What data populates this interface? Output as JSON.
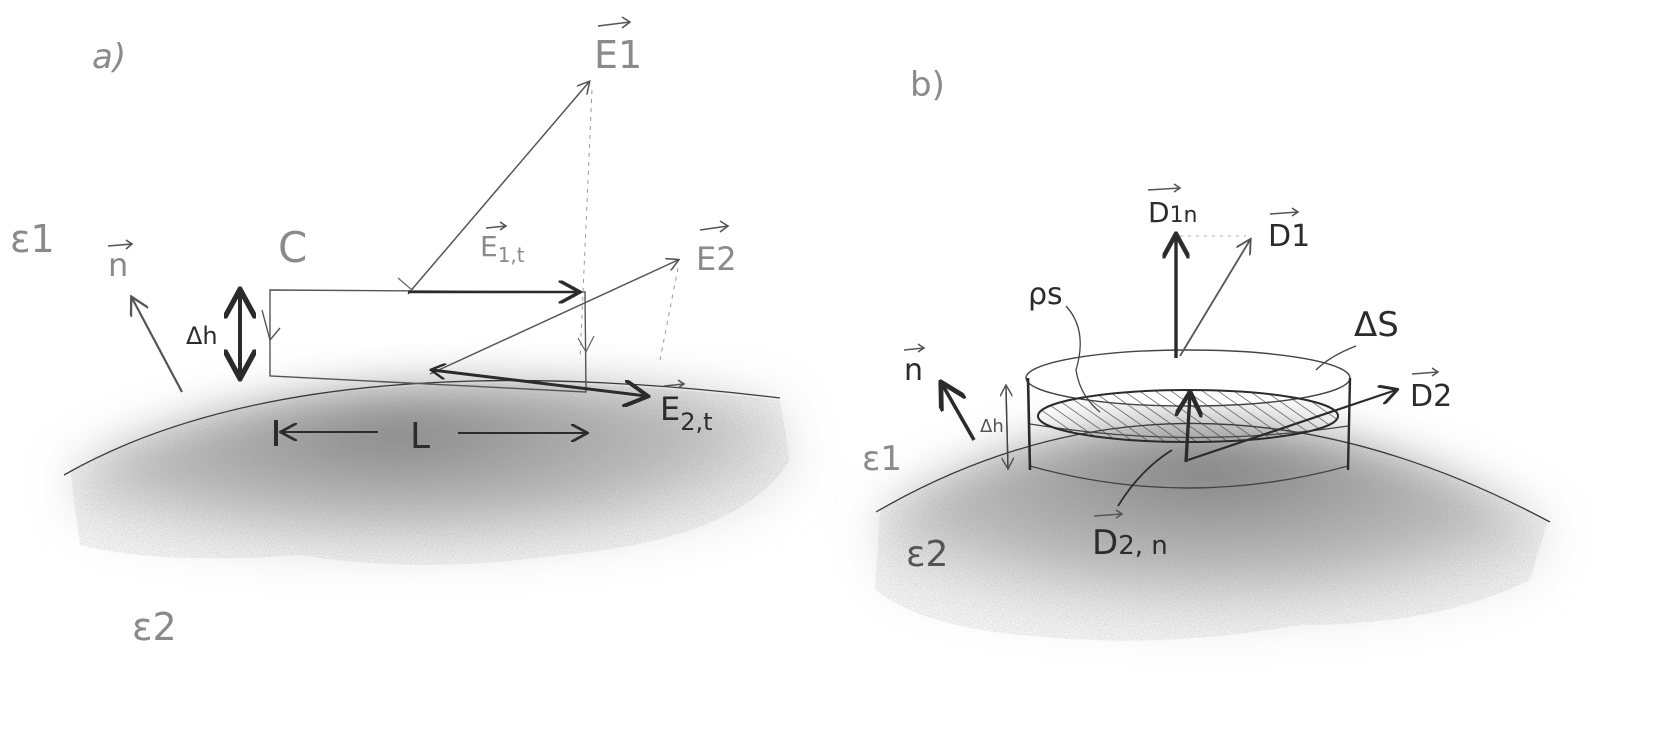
{
  "panels": [
    {
      "id": "a",
      "label": "a)",
      "region_top": "ε1",
      "region_bottom": "ε2",
      "normal": "n",
      "height": "Δh",
      "contour": "C",
      "length": "L",
      "field_1": "E1",
      "field_1_tangential_base": "E",
      "field_1_tangential_sub": "1,t",
      "field_2": "E2",
      "field_2_tangential_base": "E",
      "field_2_tangential_sub": "2,t"
    },
    {
      "id": "b",
      "label": "b)",
      "region_top": "ε1",
      "region_bottom": "ε2",
      "normal": "n",
      "height": "Δh",
      "surface_charge": "ρs",
      "area": "ΔS",
      "field_1": "D1",
      "field_1_normal_base": "D",
      "field_1_normal_sub": "1n",
      "field_2": "D2",
      "field_2_normal_base": "D",
      "field_2_normal_sub": "2, n"
    }
  ],
  "colors": {
    "pencil_dark": "#2b2b2b",
    "pencil_light": "#8a8a8a",
    "shading": "#9a9a9a",
    "background": "#ffffff"
  }
}
